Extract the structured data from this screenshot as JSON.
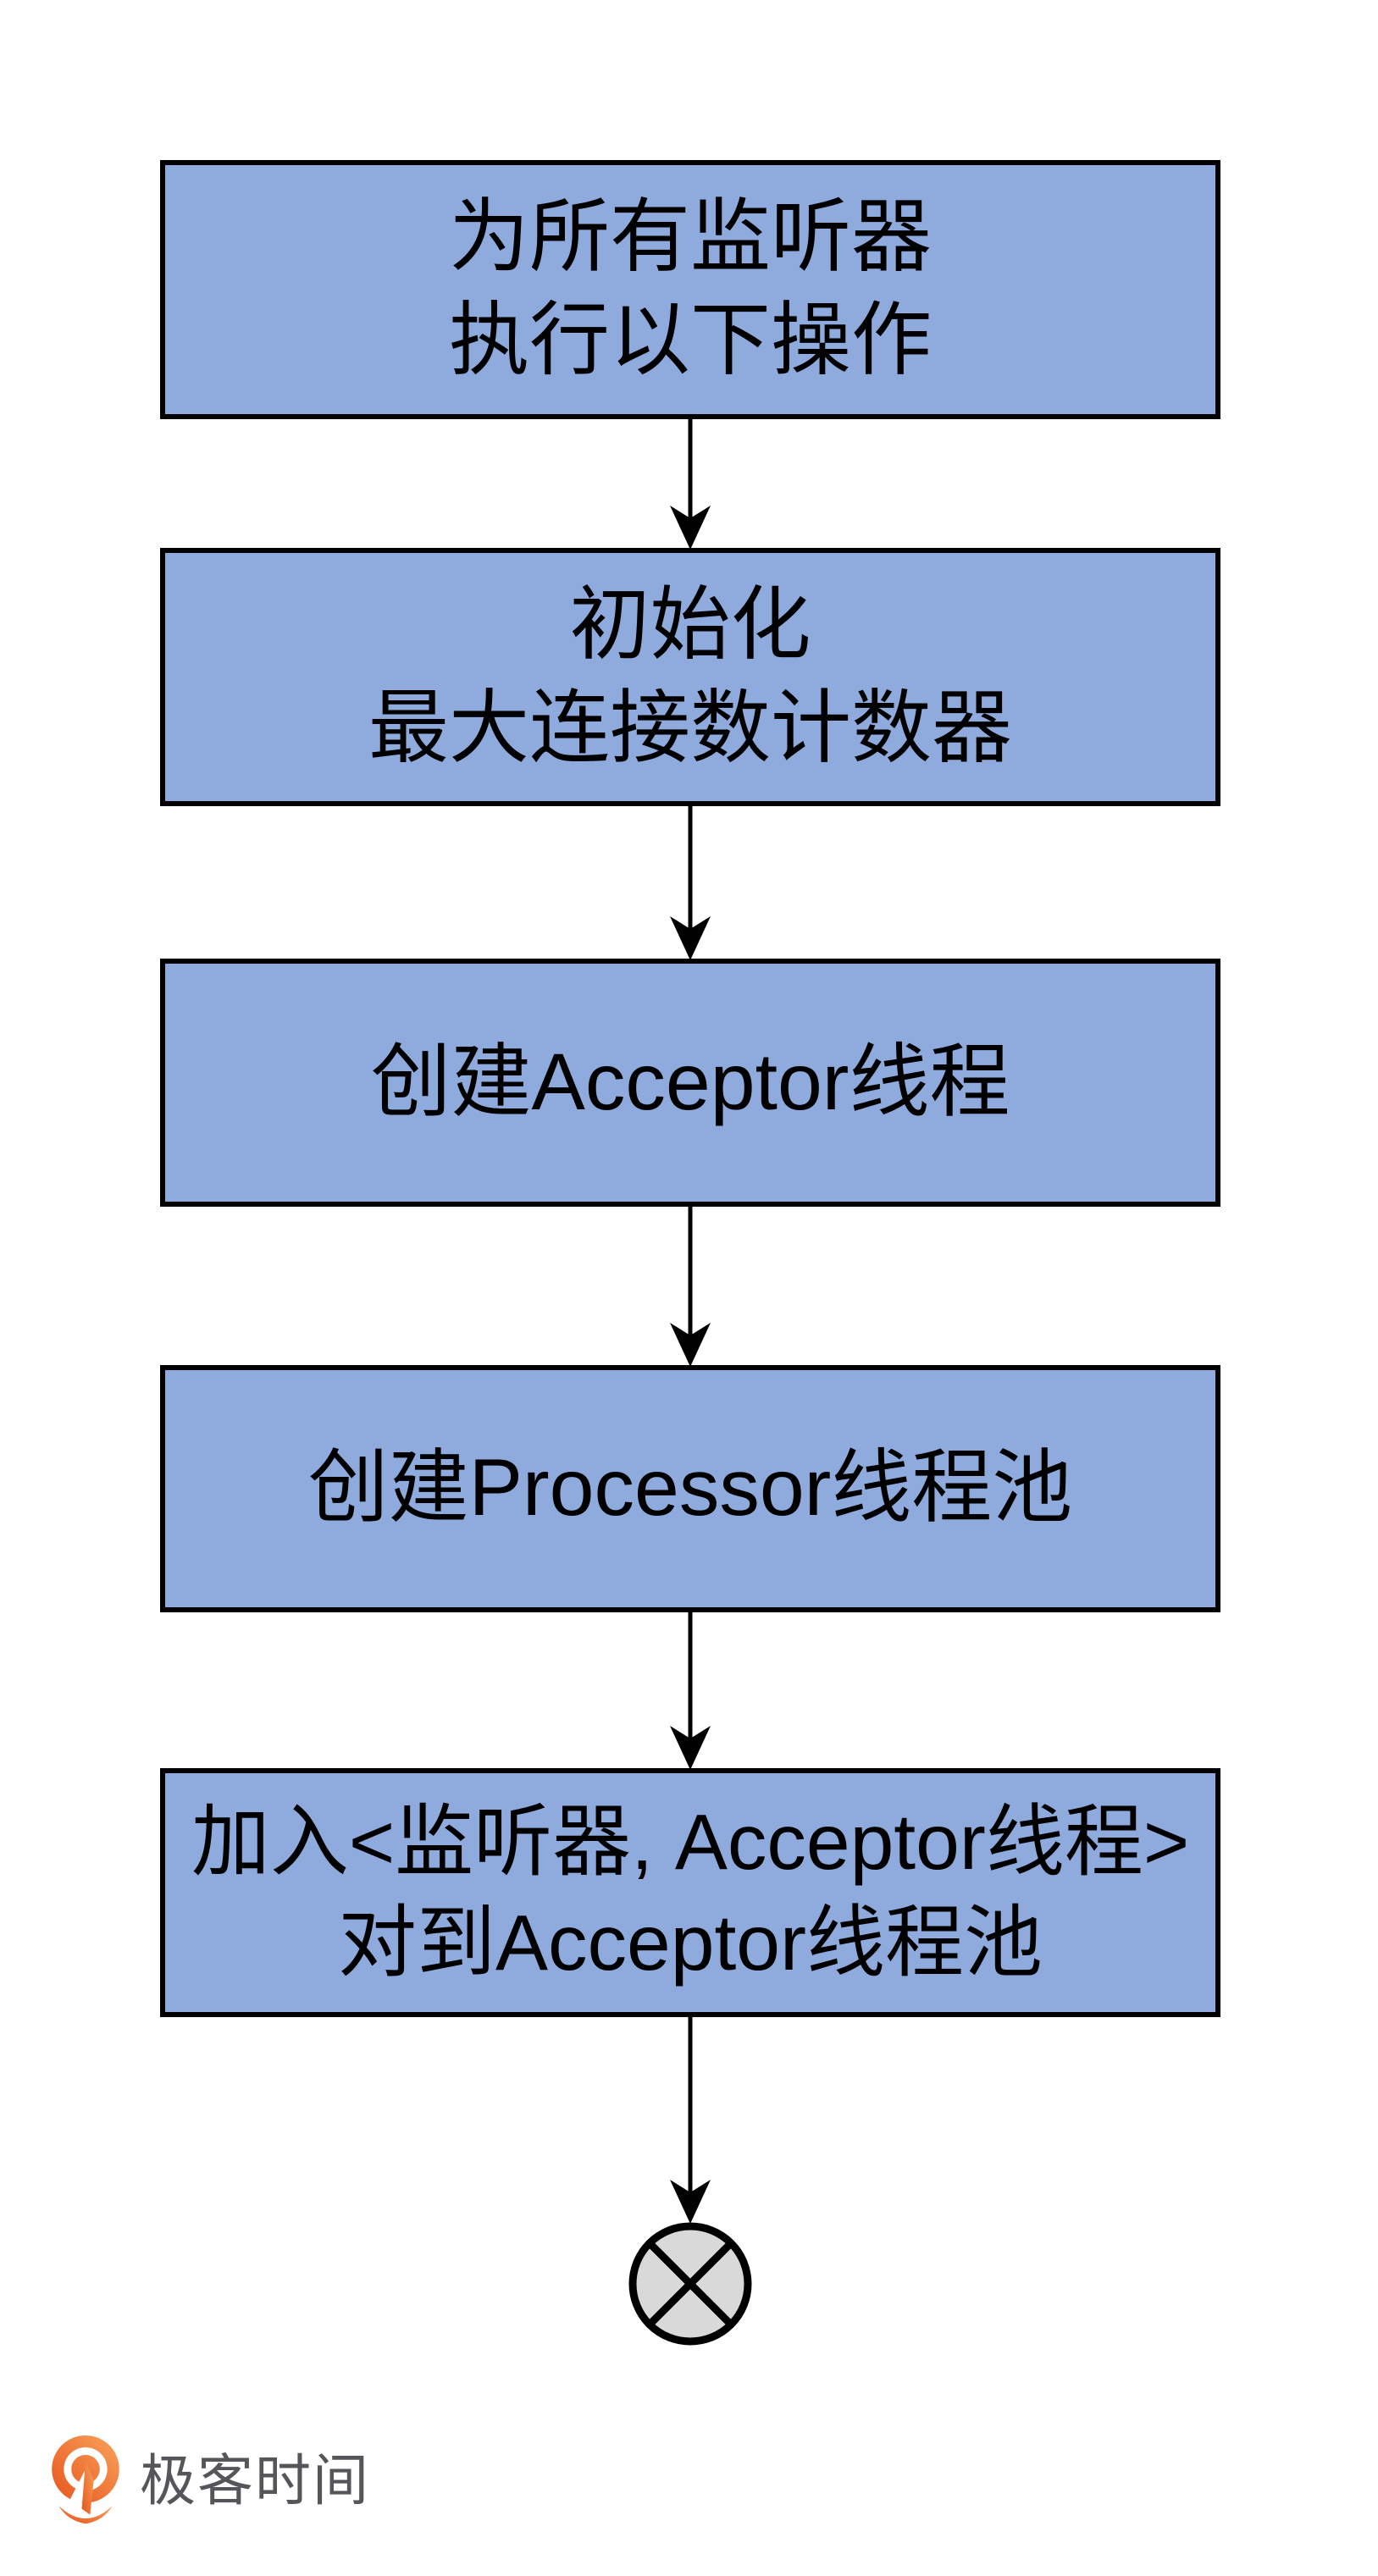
{
  "flowchart": {
    "steps": [
      {
        "label": "为所有监听器\n执行以下操作"
      },
      {
        "label": "初始化\n最大连接数计数器"
      },
      {
        "label": "创建Acceptor线程"
      },
      {
        "label": "创建Processor线程池"
      },
      {
        "label": "加入<监听器, Acceptor线程>对到Acceptor线程池"
      }
    ],
    "connector_icon": "arrow-down-icon",
    "end_icon": "circle-x-icon",
    "colors": {
      "box_fill": "#8FAADC",
      "box_border": "#000000",
      "box_text": "#000000",
      "arrow": "#000000",
      "end_fill": "#D9D9D9"
    }
  },
  "footer": {
    "logo_icon": "geektime-pin-icon",
    "logo_text": "极客时间",
    "colors": {
      "icon_orange_dark": "#E7531C",
      "icon_orange_light": "#F8A45C",
      "text_gray": "#55565A"
    }
  }
}
